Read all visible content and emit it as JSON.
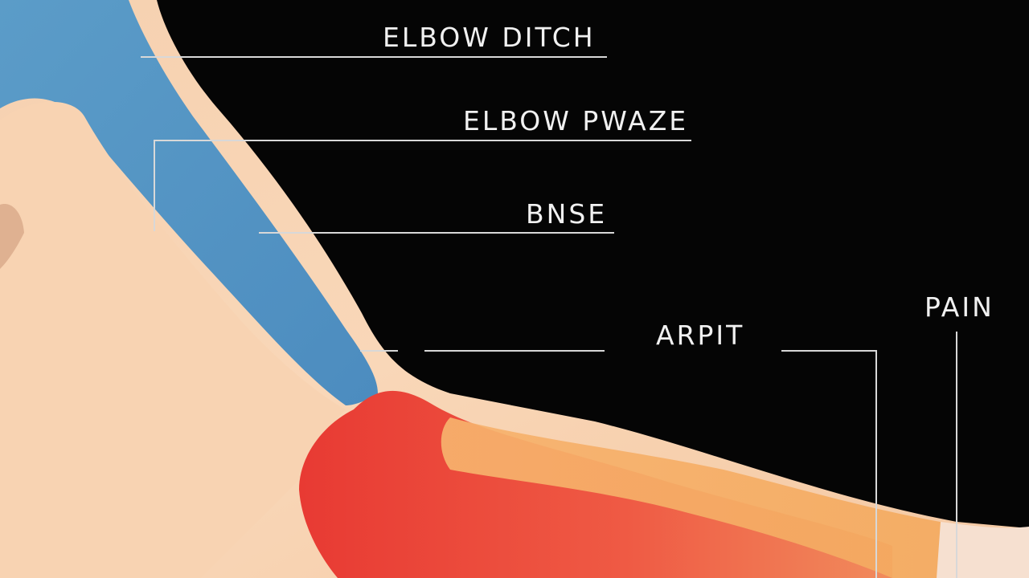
{
  "diagram": {
    "labels": {
      "elbow_ditch": "ELBOW DITCH",
      "elbow_phase": "ELBOW PWAZE",
      "base": "BNSE",
      "armpit": "ARPIT",
      "pain": "PAIN"
    },
    "colors": {
      "background": "#050505",
      "skin": "#f7cfaa",
      "blue_region": "#4f93c1",
      "red_region": "#e4463a",
      "orange_region": "#f3a35f",
      "leader_line": "#d8d8d8"
    }
  }
}
